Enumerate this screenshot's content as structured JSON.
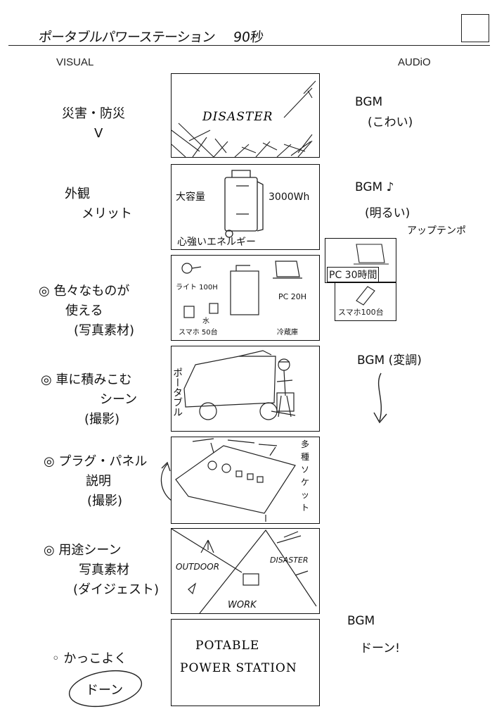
{
  "header": {
    "title": "ポータブルパワーステーション",
    "duration": "90秒",
    "visual_label": "VISUAL",
    "audio_label": "AUDiO"
  },
  "scenes": [
    {
      "visual": [
        "災害・防災",
        "V"
      ],
      "panel": {
        "title": "DISASTER"
      },
      "audio": [
        "BGM",
        "(こわい)"
      ]
    },
    {
      "visual": [
        "外観",
        "メリット"
      ],
      "panel": {
        "label_left": "大容量",
        "label_right": "3000Wh",
        "caption": "心強いエネルギー"
      },
      "audio": [
        "BGM ♪",
        "(明るい)",
        "アップテンポ"
      ]
    },
    {
      "visual": [
        "◎ 色々なものが",
        "使える",
        "(写真素材)"
      ],
      "panel": {
        "light": "ライト 100H",
        "pc": "PC 20H",
        "phone": "スマホ 50台",
        "water": "水",
        "fridge": "冷蔵庫"
      },
      "audio": [
        "PC 30時間",
        "スマホ100台"
      ]
    },
    {
      "visual": [
        "◎ 車に積みこむ",
        "シーン",
        "(撮影)"
      ],
      "panel": {
        "side": "ポータブル"
      },
      "audio": [
        "BGM (変調)"
      ]
    },
    {
      "visual": [
        "◎ プラグ・パネル",
        "説明",
        "(撮影)"
      ],
      "panel": {
        "side_chars": [
          "多",
          "種",
          "ソ",
          "ケ",
          "ッ",
          "ト"
        ]
      },
      "audio": []
    },
    {
      "visual": [
        "◎ 用途シーン",
        "写真素材",
        "(ダイジェスト)"
      ],
      "panel": {
        "outdoor": "OUTDOOR",
        "disaster": "DISASTER",
        "work": "WORK"
      },
      "audio": []
    },
    {
      "visual": [
        "◦ かっこよく",
        "ドーン"
      ],
      "panel": {
        "line1": "POTABLE",
        "line2": "POWER STATION"
      },
      "audio": [
        "BGM",
        "ドーン!"
      ]
    }
  ]
}
